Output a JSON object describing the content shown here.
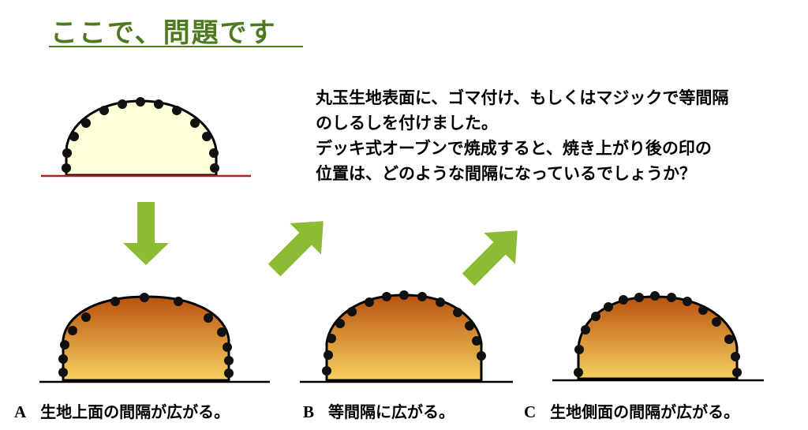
{
  "title": "ここで、問題です",
  "question": {
    "lines": [
      "丸玉生地表面に、ゴマ付け、もしくはマジックで等間隔",
      "のしるしを付けました。",
      "デッキ式オーブンで焼成すると、焼き上がり後の印の",
      "位置は、どのような間隔になっているでしょうか？"
    ]
  },
  "options": [
    {
      "letter": "A",
      "text": "生地上面の間隔が広がる。"
    },
    {
      "letter": "B",
      "text": "等間隔に広がる。"
    },
    {
      "letter": "C",
      "text": "生地側面の間隔が広がる。"
    }
  ],
  "colors": {
    "title": "#4e7a1e",
    "dough_raw": "#ffffd8",
    "baked_top": "#b8520f",
    "baked_bottom": "#f7d060",
    "arrow": "#8cbc34",
    "raw_baseline": "#b81c1c",
    "dot": "#111111"
  }
}
